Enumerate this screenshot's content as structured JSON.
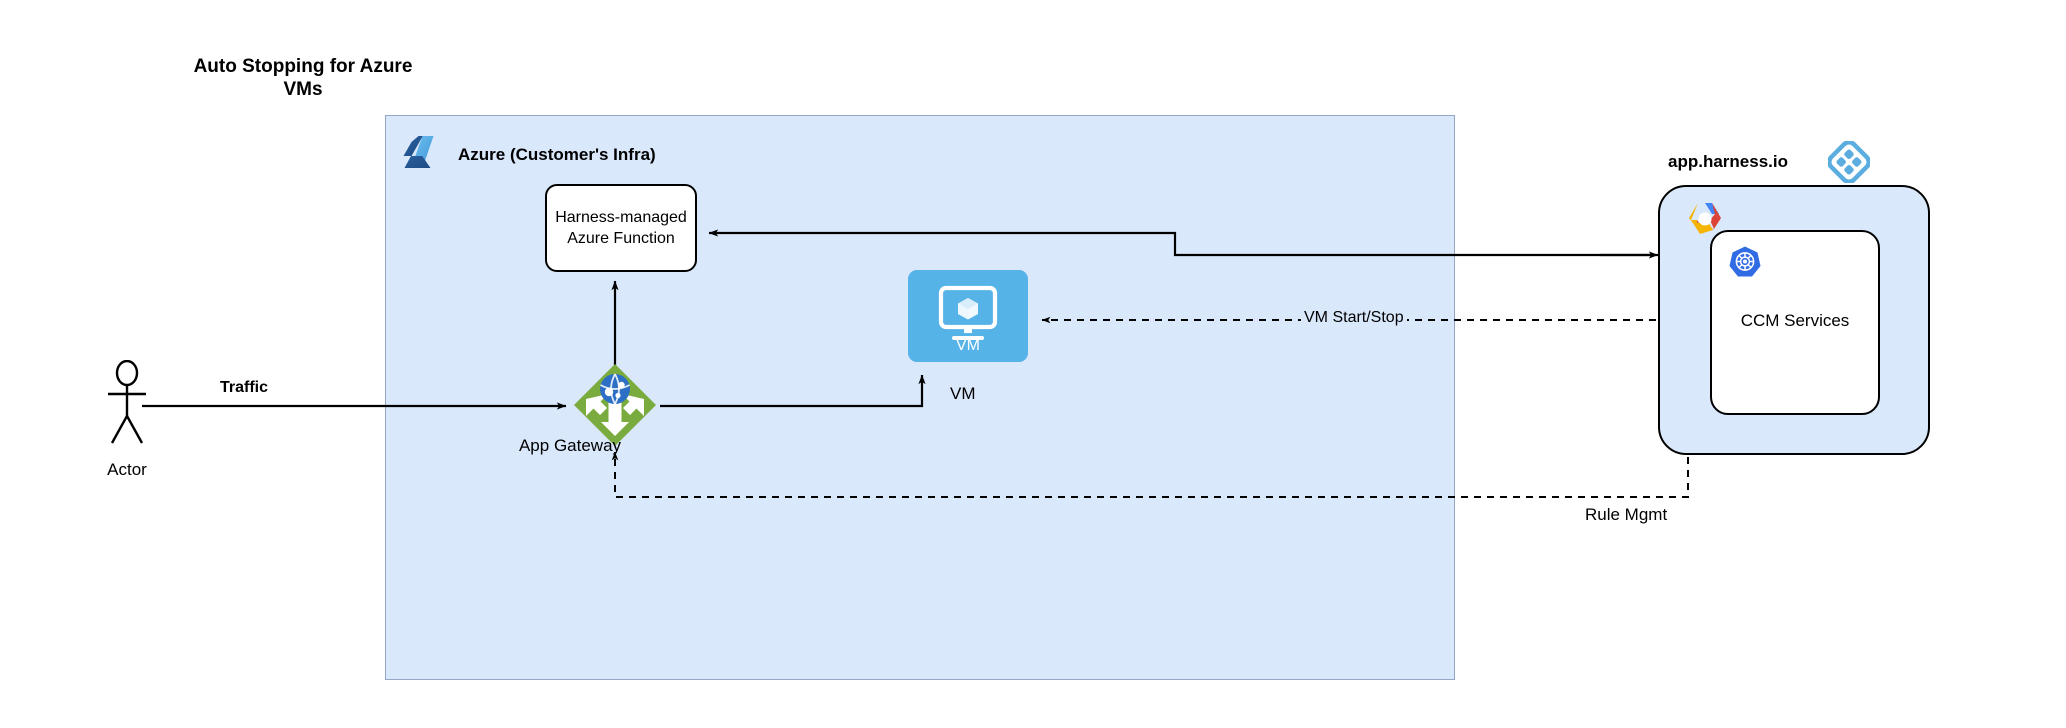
{
  "title": "Auto Stopping for Azure VMs",
  "azure": {
    "label": "Azure (Customer's Infra)",
    "logo_icon": "azure-logo-icon",
    "fill_color": "#dae8fc",
    "border_color": "#94a8c6"
  },
  "nodes": {
    "function": {
      "label": "Harness-managed Azure Function",
      "fill_color": "#ffffff",
      "border_color": "#000000"
    },
    "vm": {
      "inner_label": "VM",
      "label": "VM",
      "icon": "vm-monitor-cube-icon",
      "fill_color": "#56b3e8"
    },
    "app_gateway": {
      "label": "App Gateway",
      "icon": "application-gateway-icon",
      "fill_color": "#7aab3f"
    },
    "actor": {
      "label": "Actor",
      "icon": "actor-stick-figure-icon"
    },
    "harness_cloud": {
      "label": "app.harness.io",
      "logo_icon": "harness-logo-icon",
      "fill_color": "#dae8fc",
      "cloud_logo_icon": "google-cloud-hexagon-icon"
    },
    "ccm": {
      "label": "CCM Services",
      "logo_icon": "kubernetes-logo-icon",
      "fill_color": "#ffffff"
    }
  },
  "edges": {
    "traffic": {
      "label": "Traffic",
      "style": "solid"
    },
    "vm_start_stop": {
      "label": "VM Start/Stop",
      "style": "dashed"
    },
    "rule_mgmt": {
      "label": "Rule Mgmt",
      "style": "dashed"
    }
  },
  "colors": {
    "line": "#000000",
    "azure_blue": "#0f7dc0",
    "azure_light": "#50b0ea",
    "gateway_green": "#7aab3f",
    "globe_blue": "#2d6fc4",
    "harness_blue": "#5bade0",
    "k8s_blue": "#326ce5",
    "gcp_blue": "#4285f4",
    "gcp_red": "#db4437",
    "gcp_yellow": "#f4b400"
  }
}
